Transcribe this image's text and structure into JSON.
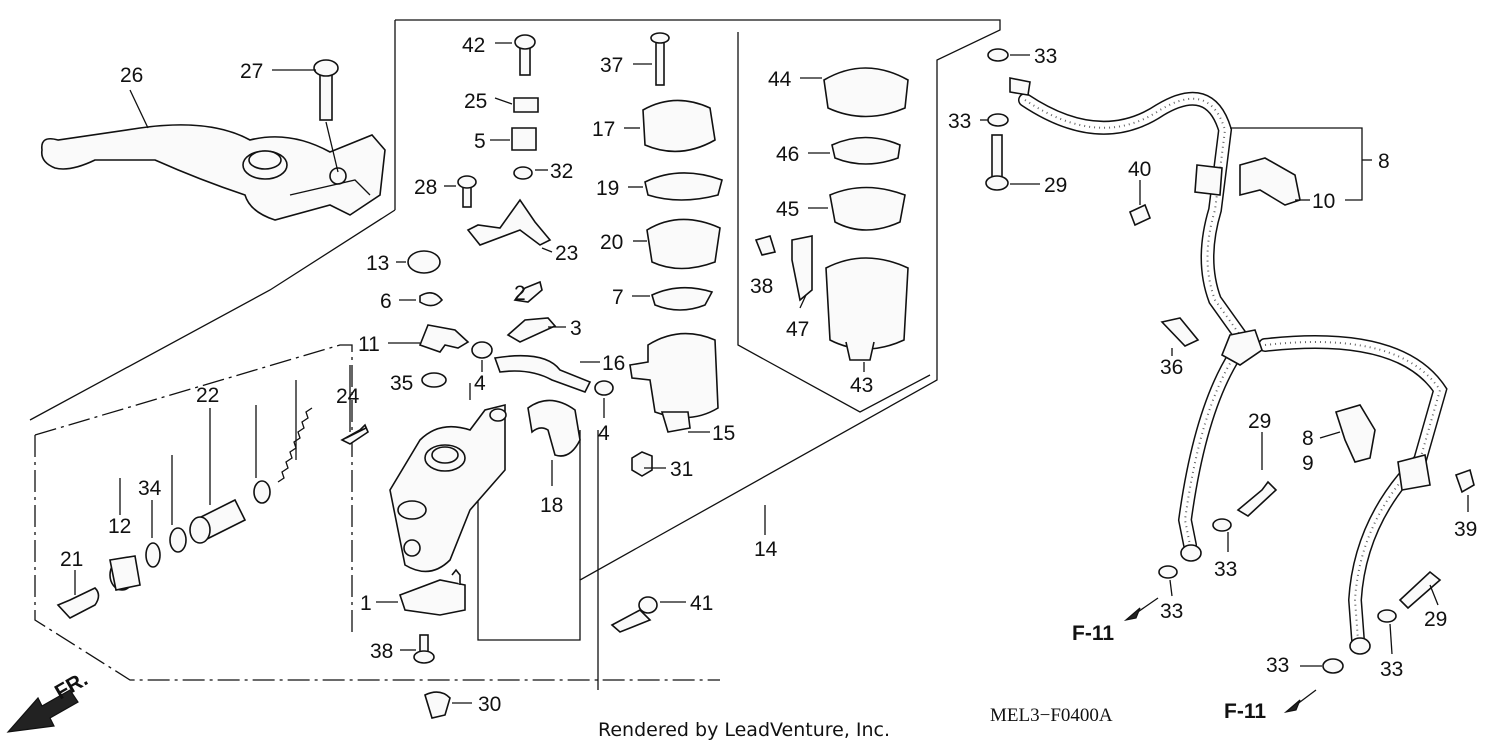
{
  "diagram": {
    "footer_code": "MEL3−F0400A",
    "credit": "Rendered by LeadVenture, Inc.",
    "direction_label": "FR.",
    "ref_left": "F-11",
    "ref_right": "F-11",
    "labels": {
      "p1": "1",
      "p2": "2",
      "p3": "3",
      "p4a": "4",
      "p4b": "4",
      "p5": "5",
      "p6": "6",
      "p7": "7",
      "p8a": "8",
      "p8b": "8",
      "p9": "9",
      "p10": "10",
      "p11": "11",
      "p12": "12",
      "p13": "13",
      "p14": "14",
      "p15": "15",
      "p16": "16",
      "p17": "17",
      "p18": "18",
      "p19": "19",
      "p20": "20",
      "p21": "21",
      "p22": "22",
      "p23": "23",
      "p24": "24",
      "p25": "25",
      "p26": "26",
      "p27": "27",
      "p28": "28",
      "p29a": "29",
      "p29b": "29",
      "p29c": "29",
      "p30": "30",
      "p31": "31",
      "p32": "32",
      "p33a": "33",
      "p33b": "33",
      "p33c": "33",
      "p33d": "33",
      "p33e": "33",
      "p33f": "33",
      "p34": "34",
      "p35": "35",
      "p36": "36",
      "p37": "37",
      "p38a": "38",
      "p38b": "38",
      "p39": "39",
      "p40": "40",
      "p41": "41",
      "p42": "42",
      "p43": "43",
      "p44": "44",
      "p45": "45",
      "p46": "46",
      "p47": "47"
    }
  }
}
